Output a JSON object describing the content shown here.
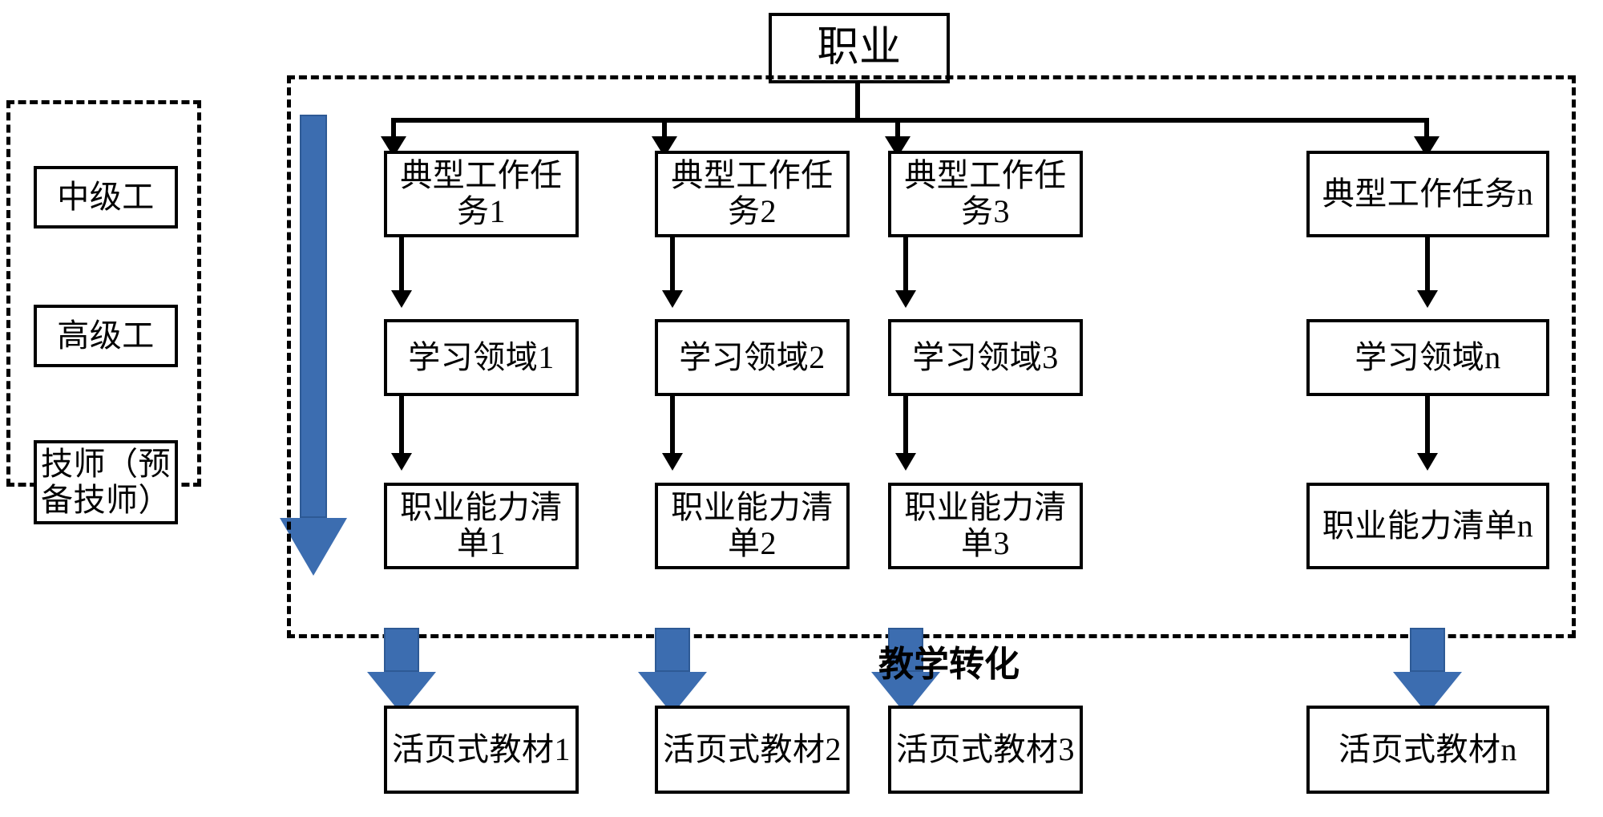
{
  "diagram": {
    "title_box": {
      "label": "职业"
    },
    "levels_panel": {
      "items": [
        {
          "label": "中级工"
        },
        {
          "label": "高级工"
        },
        {
          "label": "技师（预备技师）"
        }
      ]
    },
    "columns": [
      {
        "task": "典型工作任务1",
        "field": "学习领域1",
        "ability": "职业能力清单1",
        "material": "活页式教材1"
      },
      {
        "task": "典型工作任务2",
        "field": "学习领域2",
        "ability": "职业能力清单2",
        "material": "活页式教材2"
      },
      {
        "task": "典型工作任务3",
        "field": "学习领域3",
        "ability": "职业能力清单3",
        "material": "活页式教材3"
      },
      {
        "task": "典型工作任务n",
        "field": "学习领域n",
        "ability": "职业能力清单n",
        "material": "活页式教材n"
      }
    ],
    "transform_label": "教学转化",
    "colors": {
      "blue_arrow": "#3C6DB0",
      "blue_arrow_border": "#2E5A95",
      "line": "#000000",
      "background": "#FFFFFF"
    }
  }
}
